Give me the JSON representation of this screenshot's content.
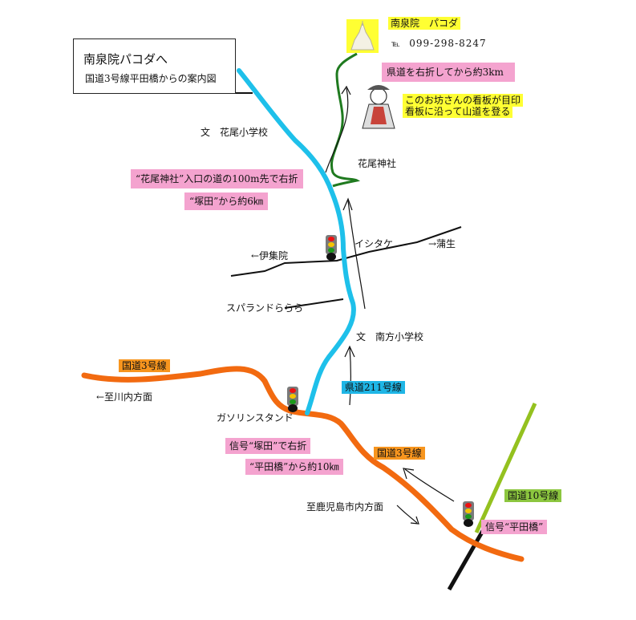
{
  "title": {
    "main": "南泉院パコダへ",
    "sub": "国道3号線平田橋からの案内図"
  },
  "destination": {
    "name": "南泉院　パコダ",
    "tel_label": "℡",
    "tel": "099-298-8247"
  },
  "notes": {
    "distance_after_turn": "県道を右折してから約3km",
    "monk_sign_1": "このお坊さんの看板が目印",
    "monk_sign_2": "看板に沿って山道を登る",
    "hanao_turn": "“花尾神社”入口の道の100m先で右折",
    "tsukada_distance": "“塚田”から約6㎞",
    "signal_tsukada": "信号“塚田”で右折",
    "hirata_distance": "“平田橋”から約10㎞"
  },
  "places": {
    "hanao_school": "文　花尾小学校",
    "hanao_shrine": "花尾神社",
    "ishitake": "イシタケ",
    "ijuin": "←伊集院",
    "gamo": "→蒲生",
    "spaland": "スパランドららら",
    "minamikata_school": "文　南方小学校",
    "sendai": "←至川内方面",
    "gas_station": "ガソリンスタンド",
    "kagoshima": "至鹿児島市内方面",
    "signal_hirata": "信号“平田橋”"
  },
  "roads": {
    "route3_a": "国道3号線",
    "route3_b": "国道3号線",
    "pref211": "県道211号線",
    "route10": "国道10号線"
  },
  "colors": {
    "route3": "#f26a10",
    "pref211": "#1ec0ea",
    "route10": "#94c11f",
    "mountain_road": "#1f7a1f",
    "highlight_pink": "#f4a3cf",
    "highlight_yellow": "#ffff33"
  }
}
